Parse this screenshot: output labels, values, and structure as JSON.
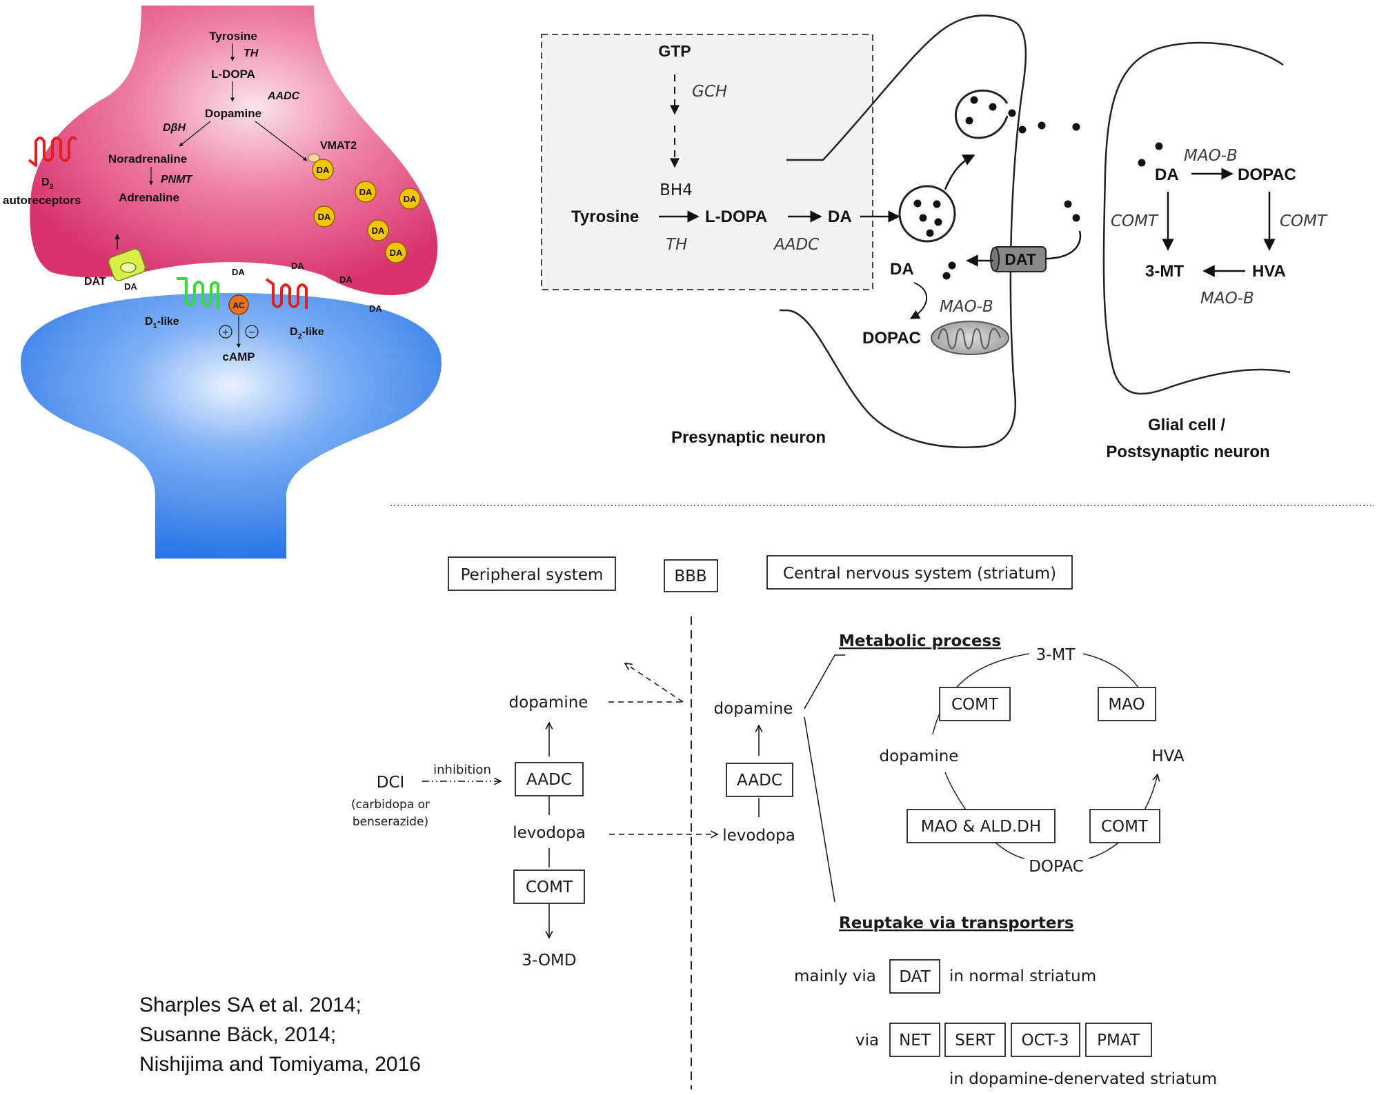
{
  "synapse": {
    "pathway": {
      "tyrosine": "Tyrosine",
      "th": "TH",
      "ldopa": "L-DOPA",
      "aadc": "AADC",
      "dopamine": "Dopamine",
      "dbh": "DβH",
      "noradrenaline": "Noradrenaline",
      "pnmt": "PNMT",
      "adrenaline": "Adrenaline"
    },
    "vmat2": "VMAT2",
    "vesicle_label": "DA",
    "d2_auto_main": "D",
    "d2_auto_sub": "2",
    "d2_auto_line2": "autoreceptors",
    "dat": "DAT",
    "dat_da": "DA",
    "cleft_da": [
      "DA",
      "DA",
      "DA",
      "DA"
    ],
    "ac": "AC",
    "plus": "+",
    "minus": "−",
    "camp": "cAMP",
    "d1_main": "D",
    "d1_sub": "1",
    "d1_tail": "-like",
    "d2_main": "D",
    "d2_sub": "2",
    "d2_tail": "-like",
    "colors": {
      "presynaptic": "#d8336d",
      "postsynaptic": "#1f6fe6",
      "d2_receptor": "#e02020",
      "d1_receptor": "#33dd33",
      "vesicle": "#f5c400"
    }
  },
  "metabolism": {
    "gtp": "GTP",
    "gch": "GCH",
    "bh4": "BH4",
    "tyrosine": "Tyrosine",
    "ldopa": "L-DOPA",
    "da": "DA",
    "th": "TH",
    "aadc": "AADC",
    "dat": "DAT",
    "da_in": "DA",
    "maob_pre": "MAO-B",
    "dopac_pre": "DOPAC",
    "presynaptic_label": "Presynaptic neuron",
    "glial": {
      "maob_top": "MAO-B",
      "da": "DA",
      "dopac": "DOPAC",
      "comt_left": "COMT",
      "comt_right": "COMT",
      "mt3": "3-MT",
      "hva": "HVA",
      "maob_bottom": "MAO-B",
      "label_line1": "Glial cell /",
      "label_line2": "Postsynaptic neuron"
    }
  },
  "pharmacology": {
    "peripheral": "Peripheral system",
    "bbb": "BBB",
    "cns": "Central nervous system (striatum)",
    "dopamine_peripheral": "dopamine",
    "aadc_peripheral": "AADC",
    "levodopa_peripheral": "levodopa",
    "comt_peripheral": "COMT",
    "omd": "3-OMD",
    "dci": "DCI",
    "dci_note_line1": "(carbidopa or",
    "dci_note_line2": "benserazide)",
    "inhibition": "inhibition",
    "dopamine_central": "dopamine",
    "aadc_central": "AADC",
    "levodopa_central": "levodopa",
    "metabolic_process": "Metabolic process",
    "cycle": {
      "mt3": "3-MT",
      "comt_left": "COMT",
      "mao": "MAO",
      "dopamine": "dopamine",
      "hva": "HVA",
      "mao_aldh": "MAO & ALD.DH",
      "comt_right": "COMT",
      "dopac": "DOPAC"
    },
    "reuptake_heading": "Reuptake via transporters",
    "mainly_via": "mainly via",
    "dat": "DAT",
    "normal_striatum": "in normal striatum",
    "via": "via",
    "transporters": [
      "NET",
      "SERT",
      "OCT-3",
      "PMAT"
    ],
    "denervated": "in dopamine-denervated striatum"
  },
  "references": [
    "Sharples SA et al. 2014;",
    "Susanne Bäck, 2014;",
    "Nishijima and Tomiyama, 2016"
  ]
}
